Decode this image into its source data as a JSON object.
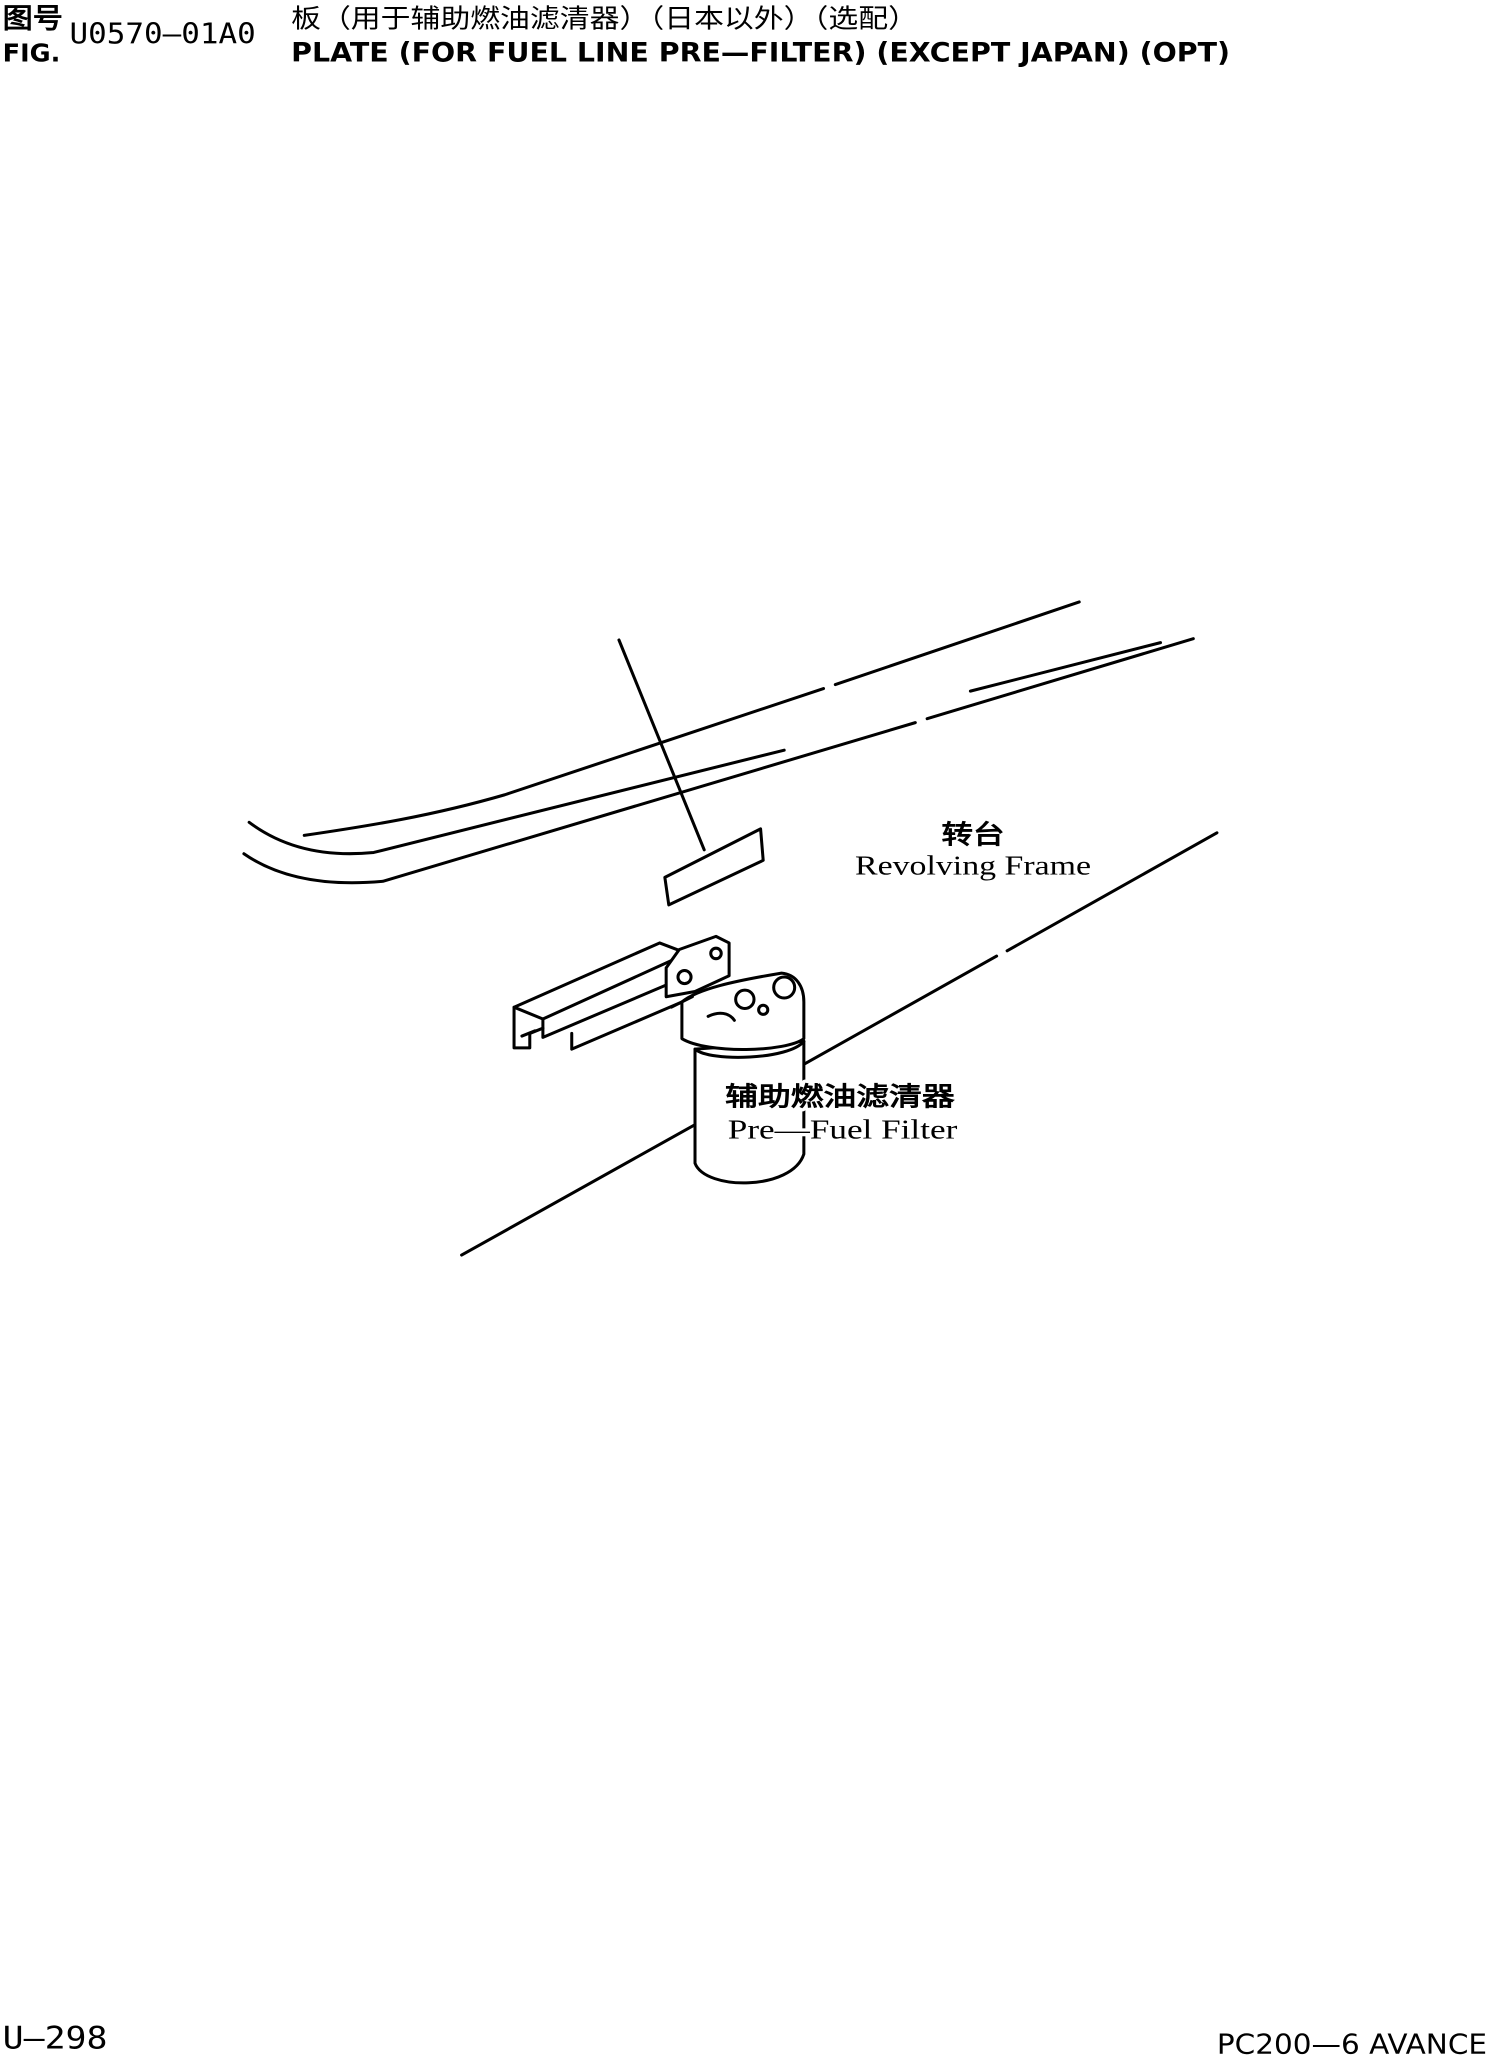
{
  "header": {
    "fig_label_cn": "图号",
    "fig_label_en": "FIG.",
    "fig_number": "U0570—01A0",
    "title_cn": "板（用于辅助燃油滤清器）（日本以外）（选配）",
    "title_en": "PLATE (FOR FUEL LINE PRE—FILTER) (EXCEPT JAPAN) (OPT)"
  },
  "diagram": {
    "labels": {
      "frame_cn": "转台",
      "frame_en": "Revolving Frame",
      "filter_cn": "辅助燃油滤清器",
      "filter_en": "Pre—Fuel Filter"
    }
  },
  "footer": {
    "page": "U—298",
    "model": "PC200—6 AVANCE"
  }
}
